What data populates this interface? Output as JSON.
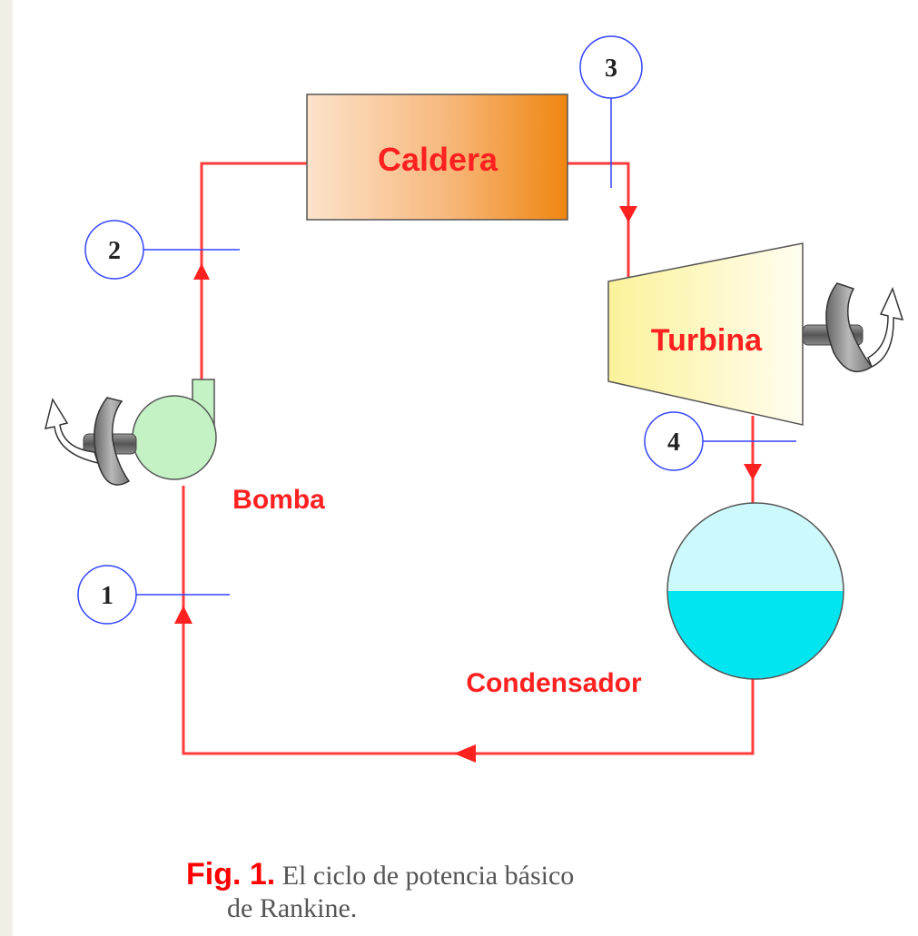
{
  "components": {
    "boiler": "Caldera",
    "turbine": "Turbina",
    "pump": "Bomba",
    "condenser": "Condensador"
  },
  "states": [
    "1",
    "2",
    "3",
    "4"
  ],
  "caption": {
    "figure_number": "Fig. 1.",
    "line1": "El ciclo de potencia básico",
    "line2": "de Rankine."
  },
  "colors": {
    "flow_line": "#ff3b3b",
    "state_marker": "#3344ff",
    "label_red": "#ff2020",
    "boiler_fill_light": "#fbe0c4",
    "boiler_fill_dark": "#f28a16",
    "turbine_fill": "#fbf6b8",
    "pump_fill": "#c5f2c5",
    "condenser_vapor": "#ccf9fb",
    "condenser_liquid": "#00e5ef",
    "shaft_gray": "#7a7a7a"
  }
}
